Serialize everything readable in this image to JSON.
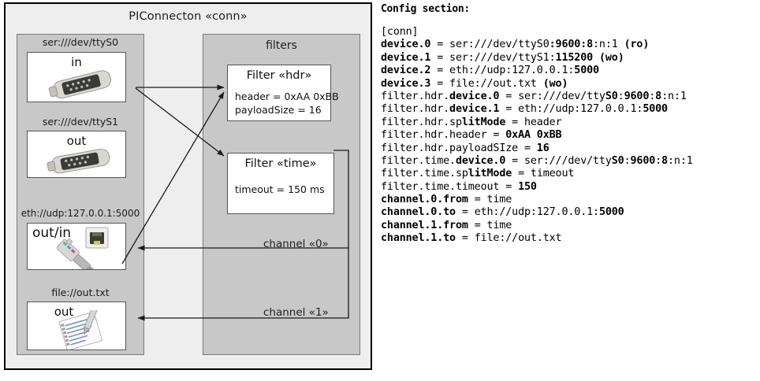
{
  "diagram": {
    "title": "PIConnecton «conn»",
    "devices_panel": {
      "items": [
        {
          "label": "ser:///dev/ttyS0",
          "name": "in",
          "icon": "serial-port-icon"
        },
        {
          "label": "ser:///dev/ttyS1",
          "name": "out",
          "icon": "serial-port-icon"
        },
        {
          "label": "eth://udp:127.0.0.1:5000",
          "name": "out/in",
          "icon": "ethernet-jack-icon"
        },
        {
          "label": "file://out.txt",
          "name": "out",
          "icon": "text-document-icon"
        }
      ]
    },
    "filters_panel": {
      "title": "filters",
      "filters": [
        {
          "title": "Filter «hdr»",
          "props": [
            "header = 0xAA 0xBB",
            "payloadSize = 16"
          ]
        },
        {
          "title": "Filter «time»",
          "props": [
            "timeout = 150 ms"
          ]
        }
      ],
      "channels": [
        {
          "label": "channel «0»"
        },
        {
          "label": "channel «1»"
        }
      ]
    }
  },
  "config": {
    "heading": "Config section:",
    "lines": [
      {
        "segments": [
          {
            "t": "[conn]",
            "b": false
          }
        ]
      },
      {
        "segments": [
          {
            "t": "device.0",
            "b": true
          },
          {
            "t": " = ser:///dev/ttyS0",
            "b": false
          },
          {
            "t": ":9600:8",
            "b": true
          },
          {
            "t": ":n:1 ",
            "b": false
          },
          {
            "t": "(ro)",
            "b": true
          }
        ]
      },
      {
        "segments": [
          {
            "t": "device.1",
            "b": true
          },
          {
            "t": " = ser:///dev/ttyS1:",
            "b": false
          },
          {
            "t": "115200",
            "b": true
          },
          {
            "t": " ",
            "b": false
          },
          {
            "t": "(wo)",
            "b": true
          }
        ]
      },
      {
        "segments": [
          {
            "t": "device.2",
            "b": true
          },
          {
            "t": " = eth://udp:127.0.0.1:",
            "b": false
          },
          {
            "t": "5000",
            "b": true
          }
        ]
      },
      {
        "segments": [
          {
            "t": "device.3",
            "b": true
          },
          {
            "t": " = file://out.txt ",
            "b": false
          },
          {
            "t": "(wo)",
            "b": true
          }
        ]
      },
      {
        "segments": [
          {
            "t": "filter.hdr.",
            "b": false
          },
          {
            "t": "device.0",
            "b": true
          },
          {
            "t": " = ser:///dev/tty",
            "b": false
          },
          {
            "t": "S0",
            "b": true
          },
          {
            "t": ":",
            "b": false
          },
          {
            "t": "9600",
            "b": true
          },
          {
            "t": ":",
            "b": false
          },
          {
            "t": "8",
            "b": true
          },
          {
            "t": ":n:1",
            "b": false
          }
        ]
      },
      {
        "segments": [
          {
            "t": "filter.hdr.",
            "b": false
          },
          {
            "t": "device.1",
            "b": true
          },
          {
            "t": " = eth://udp:127.0.0.1:",
            "b": false
          },
          {
            "t": "5000",
            "b": true
          }
        ]
      },
      {
        "segments": [
          {
            "t": "filter.hdr.sp",
            "b": false
          },
          {
            "t": "litMode",
            "b": true
          },
          {
            "t": " = header",
            "b": false
          }
        ]
      },
      {
        "segments": [
          {
            "t": "filter.hdr.header = ",
            "b": false
          },
          {
            "t": "0xAA 0xBB",
            "b": true
          }
        ]
      },
      {
        "segments": [
          {
            "t": "filter.hdr.payloadSIze = ",
            "b": false
          },
          {
            "t": "16",
            "b": true
          }
        ]
      },
      {
        "segments": [
          {
            "t": "filter.time.",
            "b": false
          },
          {
            "t": "device.0",
            "b": true
          },
          {
            "t": " = ser:///dev/tty",
            "b": false
          },
          {
            "t": "S0",
            "b": true
          },
          {
            "t": ":",
            "b": false
          },
          {
            "t": "9600",
            "b": true
          },
          {
            "t": ":",
            "b": false
          },
          {
            "t": "8",
            "b": true
          },
          {
            "t": ":n:1",
            "b": false
          }
        ]
      },
      {
        "segments": [
          {
            "t": "filter.time.sp",
            "b": false
          },
          {
            "t": "litMode",
            "b": true
          },
          {
            "t": " = timeout",
            "b": false
          }
        ]
      },
      {
        "segments": [
          {
            "t": "filter.time.timeout = ",
            "b": false
          },
          {
            "t": "150",
            "b": true
          }
        ]
      },
      {
        "segments": [
          {
            "t": "channel.",
            "b": true
          },
          {
            "t": "0",
            "b": true
          },
          {
            "t": ".from",
            "b": true
          },
          {
            "t": " = time",
            "b": false
          }
        ]
      },
      {
        "segments": [
          {
            "t": "channel.0.to",
            "b": true
          },
          {
            "t": " = eth://udp:127.0.0.1:",
            "b": false
          },
          {
            "t": "5000",
            "b": true
          }
        ]
      },
      {
        "segments": [
          {
            "t": "channel.1.from",
            "b": true
          },
          {
            "t": " = time",
            "b": false
          }
        ]
      },
      {
        "segments": [
          {
            "t": "channel.1.to",
            "b": true
          },
          {
            "t": " = file://out.txt",
            "b": false
          }
        ]
      }
    ]
  }
}
